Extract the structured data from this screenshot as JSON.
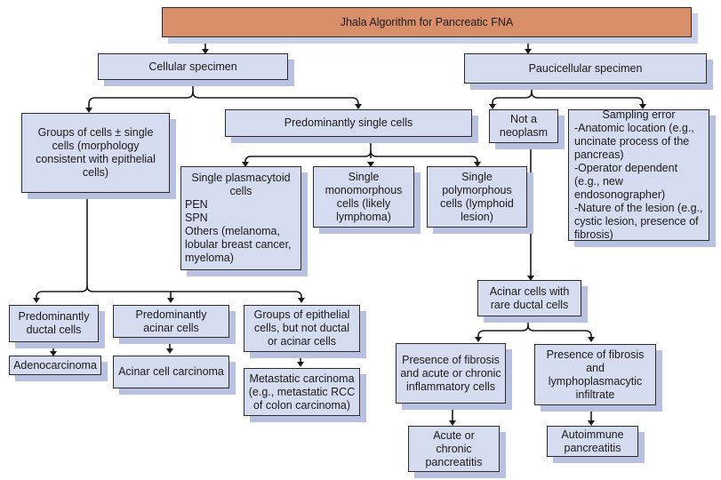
{
  "title": "Jhala Algorithm for Pancreatic FNA",
  "nodes": {
    "cellular": "Cellular specimen",
    "paucicellular": "Paucicellular specimen",
    "groups_of_cells": "Groups of cells ± single cells (morphology consistent with epithelial cells)",
    "predominantly_single": "Predominantly single cells",
    "plasmacytoid": {
      "heading": "Single plasmacytoid cells",
      "items": [
        "PEN",
        "SPN",
        "Others (melanoma, lobular breast cancer, myeloma)"
      ]
    },
    "monomorphous": "Single monomorphous cells (likely lymphoma)",
    "polymorphous": "Single polymorphous cells (lymphoid lesion)",
    "not_neoplasm": "Not a neoplasm",
    "sampling_error": {
      "heading": "Sampling error",
      "items": [
        "-Anatomic location (e.g., uncinate process of the pancreas)",
        "-Operator dependent (e.g., new endosonographer)",
        "-Nature of the lesion (e.g., cystic lesion, presence of fibrosis)"
      ]
    },
    "ductal": "Predominantly ductal cells",
    "acinar": "Predominantly acinar cells",
    "epithelial_other": "Groups of epithelial cells, but not ductal or acinar cells",
    "adenocarcinoma": "Adenocarcinoma",
    "acinar_carcinoma": "Acinar cell carcinoma",
    "metastatic": "Metastatic carcinoma (e.g., metastatic RCC of colon carcinoma)",
    "acinar_rare_ductal": "Acinar cells with rare ductal cells",
    "fibrosis_inflammatory": "Presence of fibrosis and acute or chronic inflammatory cells",
    "fibrosis_lymphoplasmacytic": "Presence of fibrosis and lymphoplasmacytic infiltrate",
    "acute_chronic_pancreatitis": "Acute or chronic pancreatitis",
    "autoimmune_pancreatitis": "Autoimmune pancreatitis"
  },
  "edges": [
    [
      "title",
      "cellular"
    ],
    [
      "title",
      "paucicellular"
    ],
    [
      "cellular",
      "groups_of_cells"
    ],
    [
      "cellular",
      "predominantly_single"
    ],
    [
      "predominantly_single",
      "plasmacytoid"
    ],
    [
      "predominantly_single",
      "monomorphous"
    ],
    [
      "predominantly_single",
      "polymorphous"
    ],
    [
      "paucicellular",
      "not_neoplasm"
    ],
    [
      "paucicellular",
      "sampling_error"
    ],
    [
      "groups_of_cells",
      "ductal"
    ],
    [
      "groups_of_cells",
      "acinar"
    ],
    [
      "groups_of_cells",
      "epithelial_other"
    ],
    [
      "ductal",
      "adenocarcinoma"
    ],
    [
      "acinar",
      "acinar_carcinoma"
    ],
    [
      "epithelial_other",
      "metastatic"
    ],
    [
      "not_neoplasm",
      "acinar_rare_ductal"
    ],
    [
      "acinar_rare_ductal",
      "fibrosis_inflammatory"
    ],
    [
      "acinar_rare_ductal",
      "fibrosis_lymphoplasmacytic"
    ],
    [
      "fibrosis_inflammatory",
      "acute_chronic_pancreatitis"
    ],
    [
      "fibrosis_lymphoplasmacytic",
      "autoimmune_pancreatitis"
    ]
  ],
  "colors": {
    "title_fill": "#d88e68",
    "node_fill": "#d6dcef",
    "shadow": "#b8c2e0",
    "line": "#1a1a1a"
  }
}
